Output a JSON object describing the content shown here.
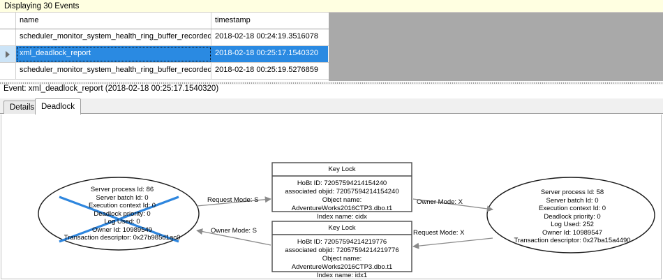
{
  "info_bar": {
    "text": "Displaying 30 Events"
  },
  "grid": {
    "columns": [
      "name",
      "timestamp"
    ],
    "rows": [
      {
        "selected": false,
        "name": "scheduler_monitor_system_health_ring_buffer_recorded",
        "timestamp": "2018-02-18 00:24:19.3516078"
      },
      {
        "selected": true,
        "name": "xml_deadlock_report",
        "timestamp": "2018-02-18 00:25:17.1540320"
      },
      {
        "selected": false,
        "name": "scheduler_monitor_system_health_ring_buffer_recorded",
        "timestamp": "2018-02-18 00:25:19.5276859"
      }
    ],
    "selection_color": "#2A8AE2",
    "empty_area_color": "#A9A9A9"
  },
  "event_header": {
    "text": "Event: xml_deadlock_report (2018-02-18 00:25:17.1540320)"
  },
  "tabs": [
    {
      "label": "Details",
      "active": false
    },
    {
      "label": "Deadlock",
      "active": true
    }
  ],
  "deadlock_graph": {
    "victim_marker_color": "#2E86DE",
    "processes": [
      {
        "side": "left",
        "is_victim": true,
        "lines": [
          "Server process Id: 86",
          "Server batch Id: 0",
          "Execution context Id: 0",
          "Deadlock priority: 0",
          "Log Used: 0",
          "Owner Id: 10989549",
          "Transaction descriptor: 0x27b985d1ac0"
        ]
      },
      {
        "side": "right",
        "is_victim": false,
        "lines": [
          "Server process Id: 58",
          "Server batch Id: 0",
          "Execution context Id: 0",
          "Deadlock priority: 0",
          "Log Used: 252",
          "Owner Id: 10989547",
          "Transaction descriptor: 0x27ba15a4490"
        ]
      }
    ],
    "resources": [
      {
        "position": "top",
        "title": "Key Lock",
        "lines": [
          "HoBt ID: 72057594214154240",
          "associated objid: 72057594214154240",
          "Object name: AdventureWorks2016CTP3.dbo.t1",
          "Index name: cidx"
        ]
      },
      {
        "position": "bottom",
        "title": "Key Lock",
        "lines": [
          "HoBt ID: 72057594214219776",
          "associated objid: 72057594214219776",
          "Object name: AdventureWorks2016CTP3.dbo.t1",
          "Index name: idx1"
        ]
      }
    ],
    "edges": [
      {
        "id": "left-request-top",
        "label": "Request Mode: S"
      },
      {
        "id": "top-owner-right",
        "label": "Owner Mode: X"
      },
      {
        "id": "bottom-owner-left",
        "label": "Owner Mode: S"
      },
      {
        "id": "right-request-bottom",
        "label": "Request Mode: X"
      }
    ]
  }
}
